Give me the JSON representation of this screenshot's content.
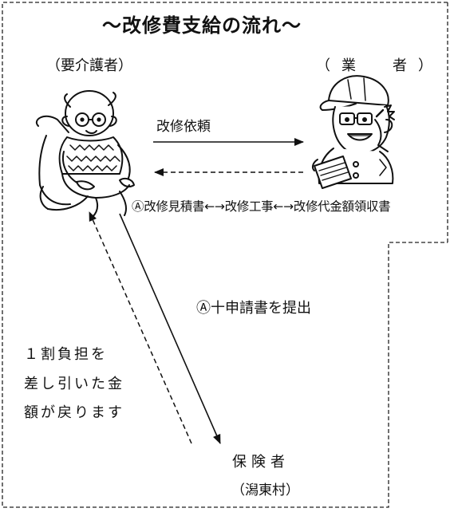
{
  "title": "～改修費支給の流れ～",
  "actors": {
    "care_recipient": {
      "role": "（要介護者）"
    },
    "contractor": {
      "role": "（業　者）"
    },
    "insurer": {
      "name": "保険者",
      "sub": "（潟東村）"
    }
  },
  "edges": {
    "request": "改修依頼",
    "documents": "Ⓐ改修見積書←→改修工事←→改修代金額領収書",
    "submission": "Ⓐ十申請書を提出"
  },
  "refund_note": [
    "１割負担を",
    "差し引いた金",
    "額が戻ります"
  ],
  "colors": {
    "ink": "#111111",
    "background": "#ffffff"
  }
}
